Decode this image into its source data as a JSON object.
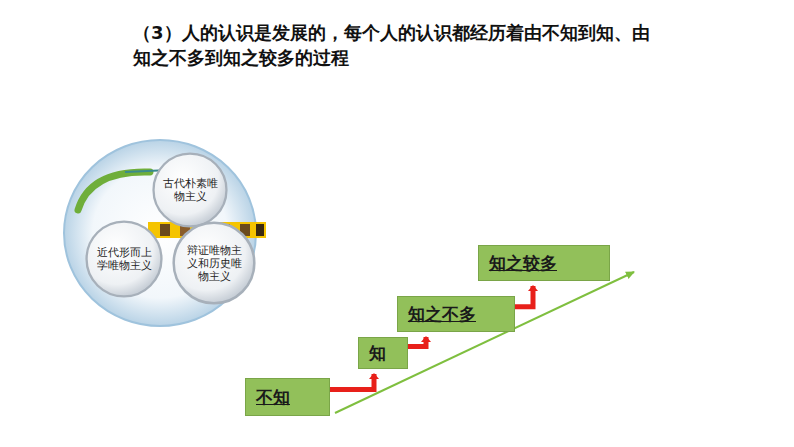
{
  "diagram": {
    "title": "（3）人的认识是发展的，每个人的认识都经历着由不知到知、由知之不多到知之较多的过程",
    "nodes": [
      {
        "text": [
          "古代朴素唯物主义"
        ]
      },
      {
        "text": [
          "近代形而上学唯物主义"
        ]
      },
      {
        "text": [
          "辩证唯物主义和历史唯物主义"
        ]
      },
      {
        "text": [
          "不知"
        ]
      },
      {
        "text": [
          "知"
        ]
      },
      {
        "text": [
          "知之不多"
        ]
      },
      {
        "text": [
          "知之较多"
        ]
      }
    ],
    "edges": [
      {
        "from": 3,
        "to": 4,
        "arrow": "to"
      },
      {
        "from": 4,
        "to": 5,
        "arrow": "to"
      },
      {
        "from": 5,
        "to": 6,
        "arrow": "to"
      }
    ]
  }
}
